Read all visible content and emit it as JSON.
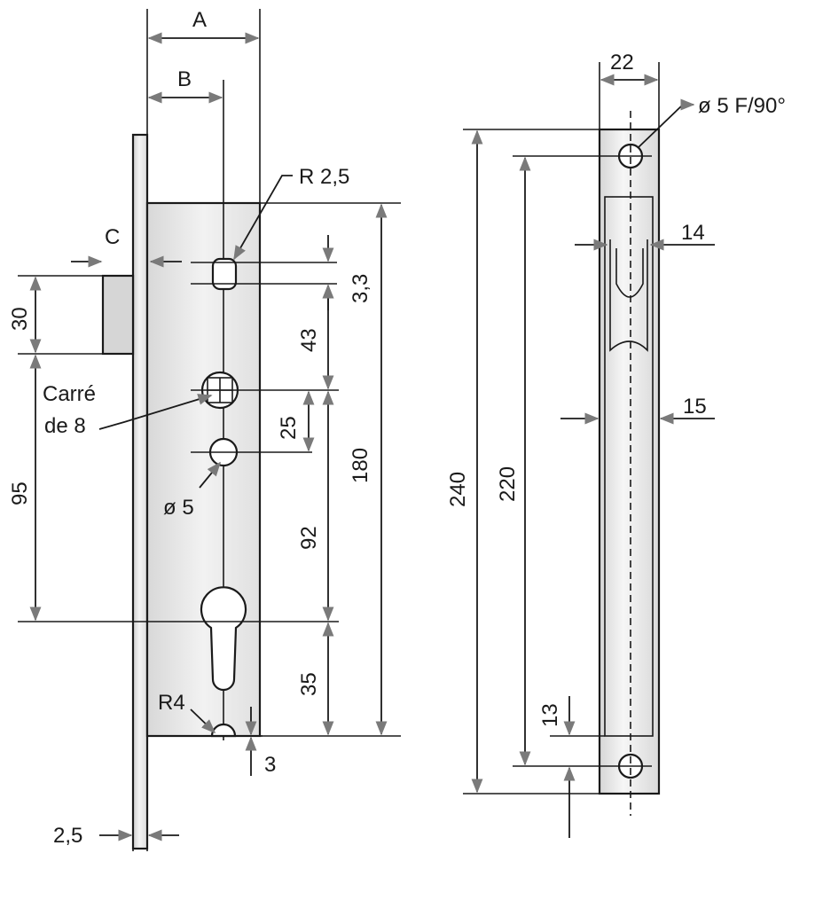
{
  "labels": {
    "A": "A",
    "B": "B",
    "C": "C",
    "r25": "R 2,5",
    "d33": "3,3",
    "d30": "30",
    "d43": "43",
    "carre1": "Carré",
    "carre2": "de 8",
    "d25": "25",
    "d180": "180",
    "d95": "95",
    "hole5": "ø 5",
    "d92": "92",
    "d35": "35",
    "r4": "R4",
    "d3": "3",
    "d2_5": "2,5",
    "d22": "22",
    "hole5f": "ø 5 F/90°",
    "d14": "14",
    "d15": "15",
    "d240": "240",
    "d220": "220",
    "d13": "13"
  },
  "colors": {
    "line": "#1a1a1a",
    "plate_light": "#f4f4f4",
    "plate_mid": "#e2e2e2",
    "plate_dark": "#cfcfcf"
  }
}
